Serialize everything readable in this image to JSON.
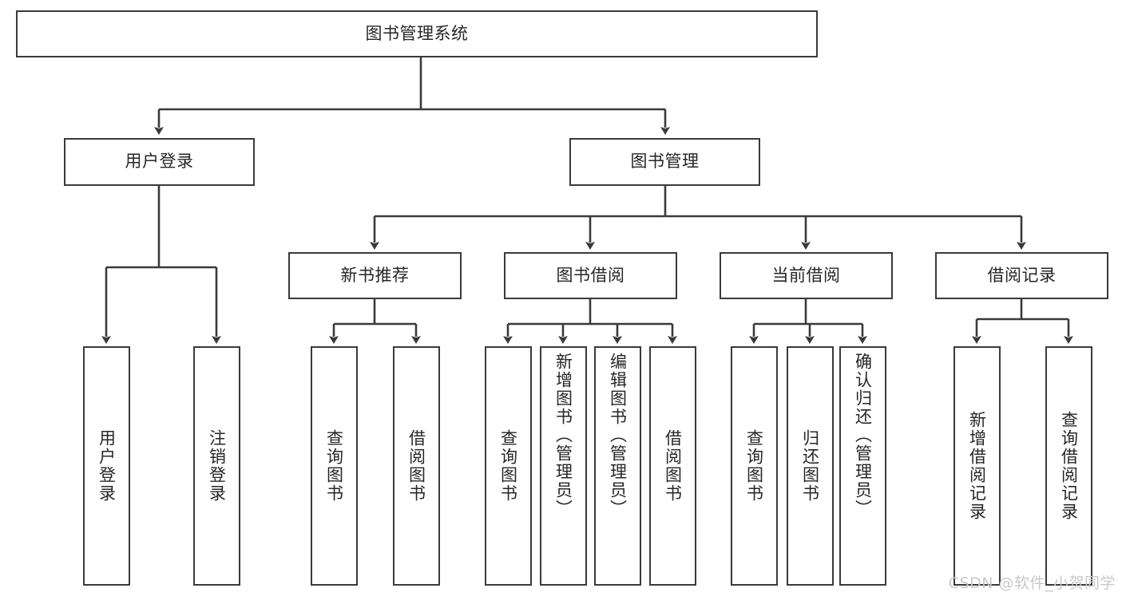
{
  "diagram": {
    "title": "图书管理系统",
    "root": {
      "label": "图书管理系统"
    },
    "level1": [
      {
        "label": "用户登录"
      },
      {
        "label": "图书管理"
      }
    ],
    "level2": [
      {
        "label": "新书推荐"
      },
      {
        "label": "图书借阅"
      },
      {
        "label": "当前借阅"
      },
      {
        "label": "借阅记录"
      }
    ],
    "leaves": {
      "user_login": [
        {
          "label": "用户登录"
        },
        {
          "label": "注销登录"
        }
      ],
      "new_book_recommend": [
        {
          "label": "查询图书"
        },
        {
          "label": "借阅图书"
        }
      ],
      "book_borrow": [
        {
          "label": "查询图书"
        },
        {
          "label": "新增图书（管理员）"
        },
        {
          "label": "编辑图书（管理员）"
        },
        {
          "label": "借阅图书"
        }
      ],
      "current_borrow": [
        {
          "label": "查询图书"
        },
        {
          "label": "归还图书"
        },
        {
          "label": "确认归还（管理员）"
        }
      ],
      "borrow_record": [
        {
          "label": "新增借阅记录"
        },
        {
          "label": "查询借阅记录"
        }
      ]
    }
  },
  "watermark": {
    "text": "CSDN @软件_小贺同学"
  },
  "colors": {
    "stroke": "#3a3a3a",
    "text": "#262626",
    "background": "#ffffff",
    "watermark": "#c9c9c9"
  }
}
